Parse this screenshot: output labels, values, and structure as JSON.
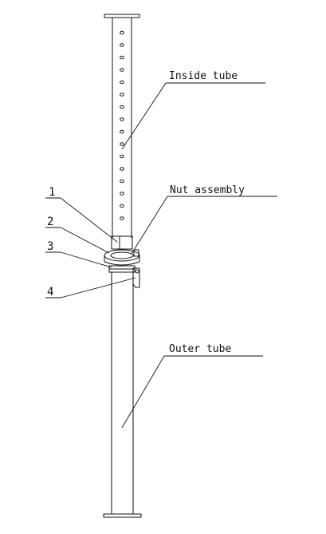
{
  "labels": {
    "inside_tube": "Inside tube",
    "nut_assembly": "Nut assembly",
    "outer_tube": "Outer tube"
  },
  "callouts": [
    "1",
    "2",
    "3",
    "4"
  ],
  "colors": {
    "line": "#111111",
    "background": "#ffffff"
  }
}
